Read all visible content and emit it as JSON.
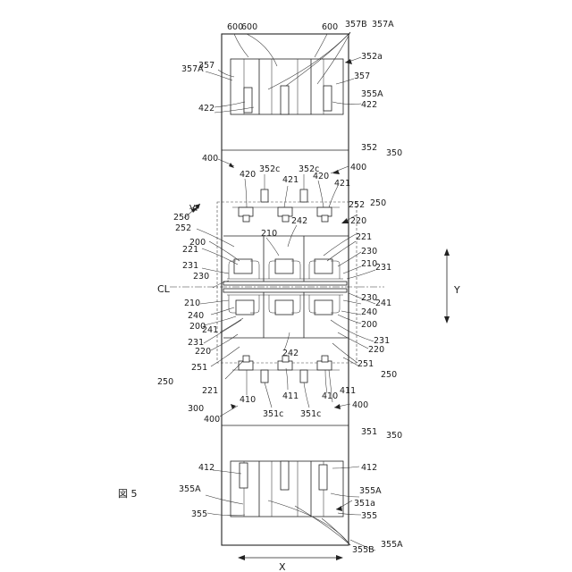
{
  "figure_caption": "図 5",
  "axis_x": "X",
  "axis_y": "Y",
  "labels": {
    "l600a": "600",
    "l600b": "600",
    "l600c": "600",
    "l357B": "357B",
    "l357A_tr": "357A",
    "l352a": "352a",
    "l357A_l": "357A",
    "l357_l": "357",
    "l357_r": "357",
    "l355A_tr": "355A",
    "l422_l": "422",
    "l422_r": "422",
    "l400_tl": "400",
    "l420_a": "420",
    "l352c_a": "352c",
    "l352c_b": "352c",
    "l400_tr": "400",
    "l352": "352",
    "l350_t": "350",
    "l421_a": "421",
    "l420_b": "420",
    "l421_b": "421",
    "l250_tl": "250",
    "lVI": "VI",
    "l252_r": "252",
    "l250_tr": "250",
    "l242_t": "242",
    "l220_tr": "220",
    "l252_l": "252",
    "l210_t": "210",
    "l221_tr": "221",
    "l200_tl": "200",
    "l221_tl": "221",
    "l230_tr": "230",
    "l210_r": "210",
    "l231_tl": "231",
    "l231_tr": "231",
    "lCL": "CL",
    "l230_tl": "230",
    "l241_r": "241",
    "l210_l": "210",
    "l230_mr": "230",
    "l240_l": "240",
    "l240_r": "240",
    "l200_l": "200",
    "l241_l": "241",
    "l200_r": "200",
    "l231_bl": "231",
    "l231_br": "231",
    "l220_bl": "220",
    "l242_b": "242",
    "l220_br": "220",
    "l251_l": "251",
    "l251_r": "251",
    "l221_bl": "221",
    "l250_bl": "250",
    "l250_br": "250",
    "l410_a": "410",
    "l411_a": "411",
    "l410_b": "410",
    "l411_b": "411",
    "l300": "300",
    "l400_bl": "400",
    "l351c_a": "351c",
    "l351c_b": "351c",
    "l400_br": "400",
    "l351": "351",
    "l350_b": "350",
    "l412_l": "412",
    "l412_r": "412",
    "l355A_l": "355A",
    "l355A_r": "355A",
    "l355_l": "355",
    "l355_r": "355",
    "l351a": "351a",
    "l355B": "355B",
    "l355A_br": "355A"
  }
}
